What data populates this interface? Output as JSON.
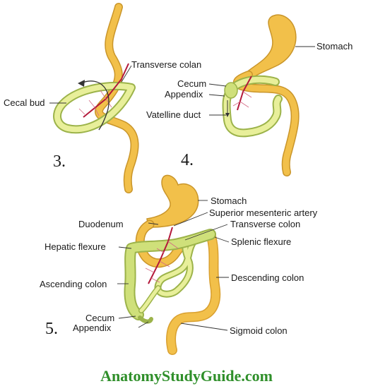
{
  "colors": {
    "gut_fill": "#f2c04a",
    "gut_outline": "#c9952a",
    "colon_fill": "#cfe07a",
    "colon_outline": "#9cb34a",
    "artery": "#b3183a",
    "watermark": "#2f8f2a"
  },
  "stages": {
    "three": {
      "number": "3.",
      "labels": {
        "cecal_bud": "Cecal bud",
        "transverse_colan": "Transverse colan"
      }
    },
    "four": {
      "number": "4.",
      "labels": {
        "stomach": "Stomach",
        "cecum": "Cecum",
        "appendix": "Appendix",
        "vatelline_duct": "Vatelline duct"
      }
    },
    "five": {
      "number": "5.",
      "labels": {
        "stomach": "Stomach",
        "superior_mesenteric_artery": "Superior mesenteric artery",
        "duodenum": "Duodenum",
        "transverse_colon": "Transverse colon",
        "hepatic_flexure": "Hepatic flexure",
        "splenic_flexure": "Splenic flexure",
        "ascending_colon": "Ascending colon",
        "descending_colon": "Descending colon",
        "cecum": "Cecum",
        "appendix": "Appendix",
        "sigmoid_colon": "Sigmoid colon"
      }
    }
  },
  "watermark": "AnatomyStudyGuide.com"
}
